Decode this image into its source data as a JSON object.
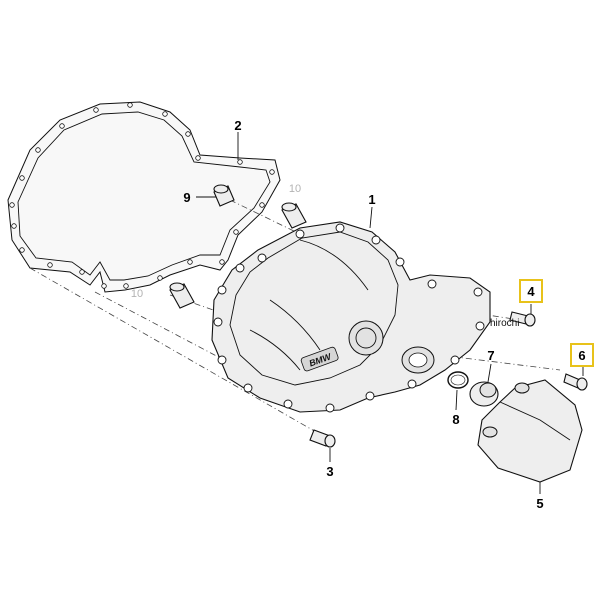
{
  "callouts": {
    "c1": "1",
    "c2": "2",
    "c3": "3",
    "c4": "4",
    "c5": "5",
    "c6": "6",
    "c7": "7",
    "c8": "8",
    "c9": "9",
    "c10a": "10",
    "c10b": "10"
  },
  "highlighted_callouts": [
    "4",
    "6"
  ],
  "highlight_color": "#e8c21a",
  "cover_logo_text": "BMW",
  "watermark": "hirochi"
}
